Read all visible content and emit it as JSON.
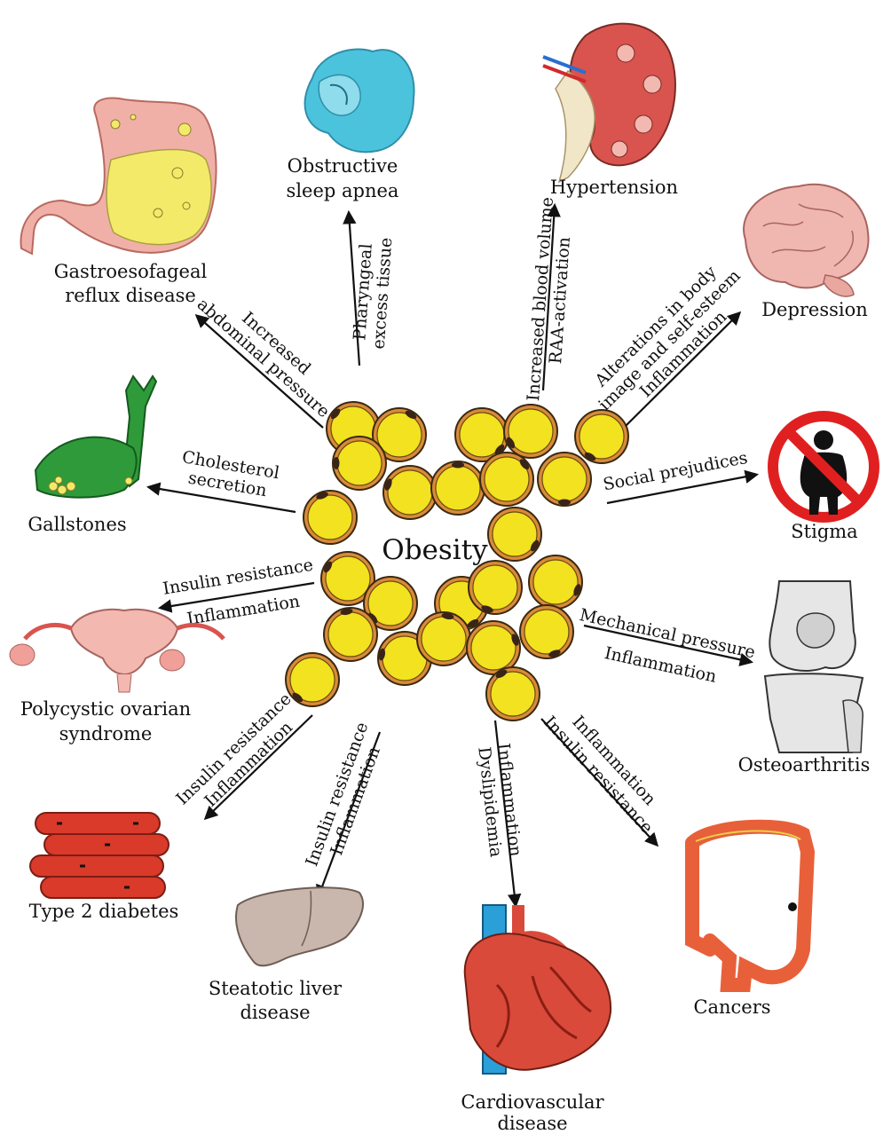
{
  "center_label": "Obesity",
  "conditions": {
    "sleep_apnea": [
      "Obstructive",
      "sleep apnea"
    ],
    "hypertension": [
      "Hypertension"
    ],
    "gerd": [
      "Gastroesofageal",
      "reflux disease"
    ],
    "depression": [
      "Depression"
    ],
    "gallstones": [
      "Gallstones"
    ],
    "stigma": [
      "Stigma"
    ],
    "pcos": [
      "Polycystic ovarian",
      "syndrome"
    ],
    "osteoarthritis": [
      "Osteoarthritis"
    ],
    "t2d": [
      "Type 2 diabetes"
    ],
    "liver": [
      "Steatotic liver",
      "disease"
    ],
    "cvd": [
      "Cardiovascular",
      "disease"
    ],
    "cancers": [
      "Cancers"
    ]
  },
  "mechanisms": {
    "sleep_apnea": [
      "Pharyngeal",
      "excess tissue"
    ],
    "hypertension": [
      "Increased blood volume",
      "RAA-activation"
    ],
    "gerd": [
      "Increased",
      "abdominal pressure"
    ],
    "depression": [
      "Alterations in body",
      "image and self-esteem",
      "Inflammation"
    ],
    "gallstones": [
      "Cholesterol",
      "secretion"
    ],
    "stigma": [
      "Social prejudices"
    ],
    "pcos": [
      "Insulin resistance",
      "Inflammation"
    ],
    "osteoarthritis": [
      "Mechanical pressure",
      "Inflammation"
    ],
    "t2d": [
      "Insulin resistance",
      "Inflammation"
    ],
    "liver": [
      "Insulin resistance",
      "Inflammation"
    ],
    "cvd": [
      "Inflammation",
      "Dyslipidemia"
    ],
    "cancers": [
      "Inflammation",
      "Insulin resistance"
    ]
  },
  "colors": {
    "fat_cell_fill": "#f2e21f",
    "fat_cell_border": "#d98a3a",
    "stomach": "#f0b0a8",
    "stomach_content": "#f4ea6a",
    "airway": "#4cc3dd",
    "kidney": "#d9544f",
    "brain": "#f0b6b0",
    "gallbladder": "#2f9a3a",
    "stigma_sign": "#e02020",
    "uterus": "#f3b8b0",
    "bone": "#e6e6e6",
    "muscle": "#d93a2a",
    "liver": "#c9b6ad",
    "heart": "#d94a3a",
    "vessel": "#2a9fd8",
    "colon": "#e8603a"
  }
}
